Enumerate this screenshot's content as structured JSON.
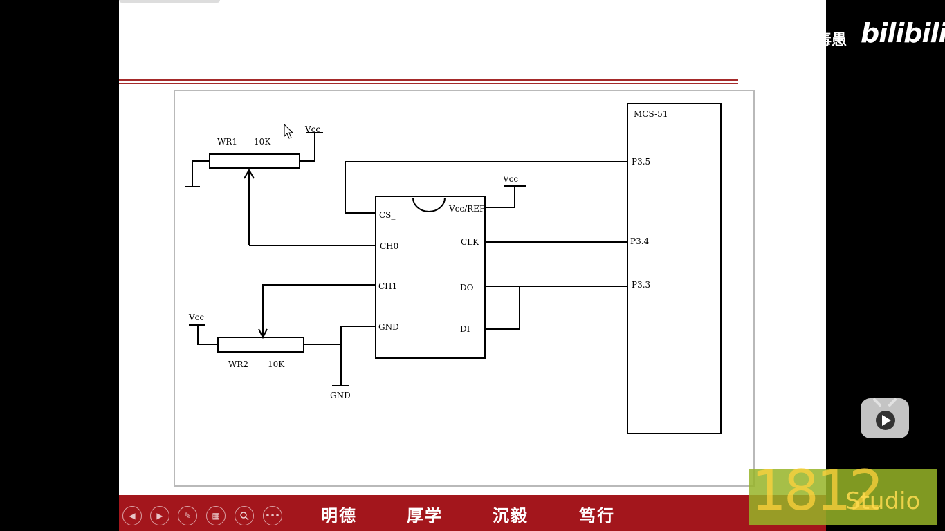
{
  "watermark": {
    "uploader_fragment": "毒愚",
    "site": "bilibili"
  },
  "studio": {
    "number": "1812",
    "word": "Studio"
  },
  "schematic": {
    "mcu_label": "MCS-51",
    "pins": {
      "p35": "P3.5",
      "p34": "P3.4",
      "p33": "P3.3"
    },
    "adc": {
      "cs": "CS_",
      "ch0": "CH0",
      "ch1": "CH1",
      "gnd": "GND",
      "vref": "Vcc/REF",
      "clk": "CLK",
      "do": "DO",
      "di": "DI"
    },
    "wr1": {
      "name": "WR1",
      "value": "10K"
    },
    "wr2": {
      "name": "WR2",
      "value": "10K"
    },
    "vcc": "Vcc",
    "gnd": "GND"
  },
  "footer": {
    "motto": [
      "明德",
      "厚学",
      "沉毅",
      "笃行"
    ],
    "controls": [
      "previous",
      "next",
      "pen",
      "slides",
      "zoom",
      "more"
    ]
  },
  "colors": {
    "footer_bg": "#a3161c",
    "rule": "#a52a2a",
    "background": "#000000"
  }
}
